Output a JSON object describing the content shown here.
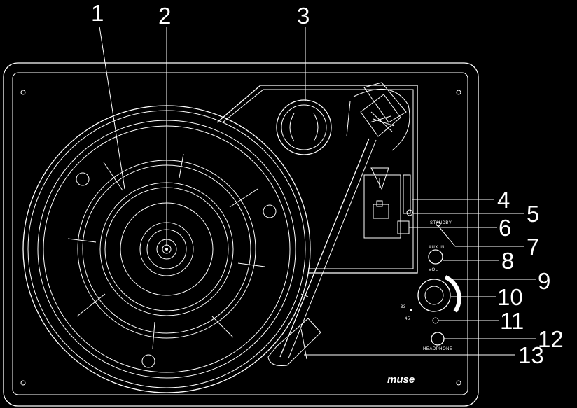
{
  "colors": {
    "background": "#000000",
    "line": "#ffffff"
  },
  "callouts": {
    "c1": "1",
    "c2": "2",
    "c3": "3",
    "c4": "4",
    "c5": "5",
    "c6": "6",
    "c7": "7",
    "c8": "8",
    "c9": "9",
    "c10": "10",
    "c11": "11",
    "c12": "12",
    "c13": "13"
  },
  "panel_labels": {
    "standby": "STANDBY",
    "aux_in": "AUX IN",
    "volume": "VOL",
    "speed_33": "33",
    "speed_45": "45",
    "headphone": "HEADPHONE"
  },
  "brand": {
    "logo": "muse"
  }
}
